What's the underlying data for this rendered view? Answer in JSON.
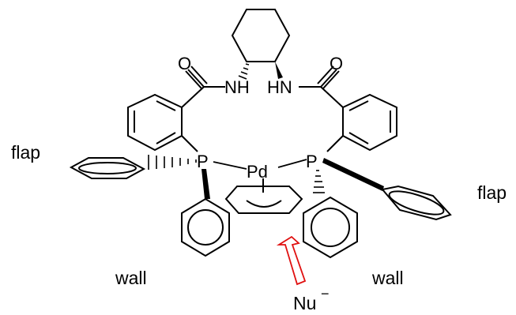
{
  "labels": {
    "flap_left": "flap",
    "flap_right": "flap",
    "wall_left": "wall",
    "wall_right": "wall",
    "nucleophile": "Nu",
    "nucleophile_charge": "−"
  },
  "atoms": {
    "o_left": "O",
    "o_right": "O",
    "nh_left": "NH",
    "hn_right": "HN",
    "p_left": "P",
    "p_right": "P",
    "pd": "Pd"
  },
  "colors": {
    "ink": "#000000",
    "arrow": "#e01010",
    "background": "#ffffff"
  }
}
